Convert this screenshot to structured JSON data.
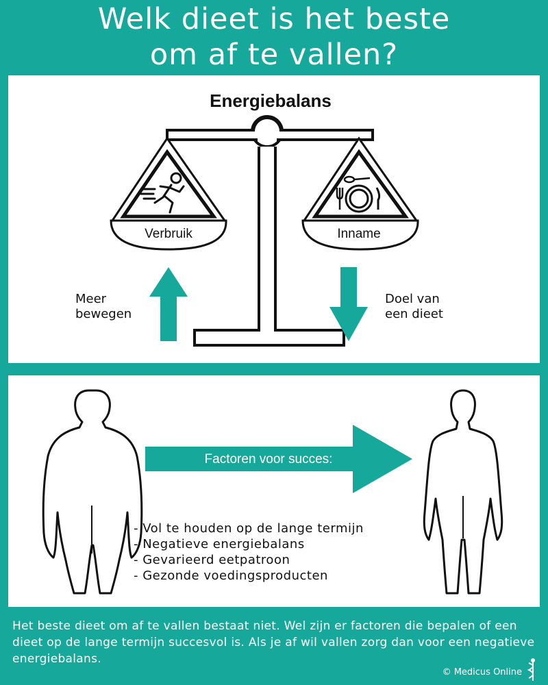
{
  "title_line1": "Welk dieet is het beste",
  "title_line2": "om af te vallen?",
  "scale": {
    "heading": "Energiebalans",
    "left_label": "Verbruik",
    "right_label": "Inname",
    "left_arrow_text_line1": "Meer",
    "left_arrow_text_line2": "bewegen",
    "right_arrow_text_line1": "Doel van",
    "right_arrow_text_line2": "een dieet"
  },
  "success": {
    "arrow_label": "Factoren voor succes:",
    "factors": [
      "- Vol te houden op de  lange termijn",
      "- Negatieve energiebalans",
      "- Gevarieerd eetpatroon",
      "- Gezonde voedingsproducten"
    ]
  },
  "footer": {
    "text": "Het beste dieet om af te vallen bestaat niet. Wel zijn er factoren die bepalen of een dieet op de lange termijn succesvol is. Als je af wil vallen zorg dan voor een negatieve energiebalans.",
    "copyright": "© Medicus Online"
  },
  "colors": {
    "accent": "#17a89c",
    "panel": "#ffffff",
    "ink": "#111111"
  }
}
